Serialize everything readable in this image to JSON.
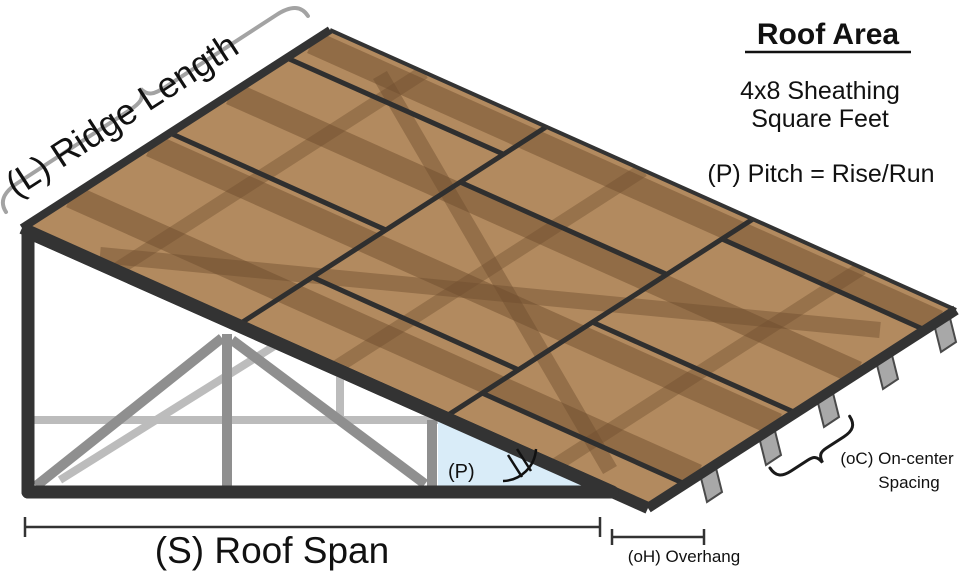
{
  "labels": {
    "ridge_length": "(L) Ridge Length",
    "roof_area_title": "Roof Area",
    "sheathing_line1": "4x8 Sheathing",
    "sheathing_line2": "Square Feet",
    "pitch_formula": "(P) Pitch = Rise/Run",
    "pitch_marker": "(P)",
    "roof_span": "(S) Roof Span",
    "overhang": "(oH) Overhang",
    "oc_spacing_line1": "(oC) On-center",
    "oc_spacing_line2": "Spacing"
  },
  "colors": {
    "sheathing_tan": "#b28a5f",
    "framing_shadow_brown": "#6f4e2e",
    "frame_charcoal": "#333333",
    "web_gray": "#8f8f8f",
    "pitch_triangle_blue": "#d9ecf8",
    "panel_gap_dark": "#2f2f2f",
    "background": "#ffffff"
  },
  "icons": {
    "ridge_brace": "curly-brace",
    "oc_brace": "curly-brace",
    "pitch_angle": "angle-arc-with-tick-marks"
  }
}
